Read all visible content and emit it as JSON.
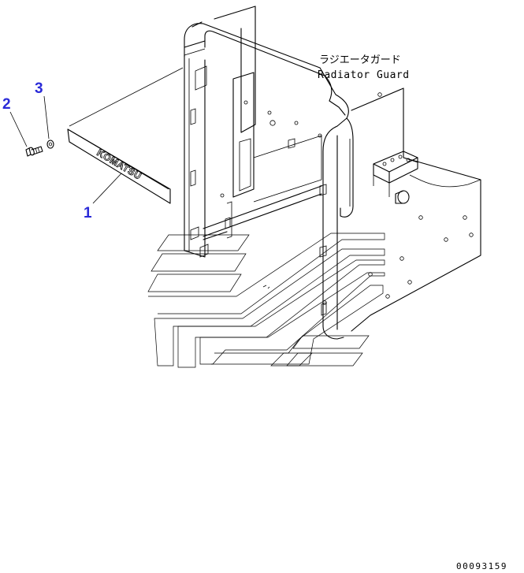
{
  "title": {
    "japanese": "ラジエータガード",
    "english": "Radiator Guard"
  },
  "callouts": [
    {
      "number": "1",
      "part": "nameplate"
    },
    {
      "number": "2",
      "part": "bolt"
    },
    {
      "number": "3",
      "part": "washer"
    }
  ],
  "nameplate_logo": "KOMATSU",
  "drawing_number": "00093159",
  "colors": {
    "line": "#000000",
    "callout": "#2a2ad8",
    "background": "#ffffff"
  }
}
